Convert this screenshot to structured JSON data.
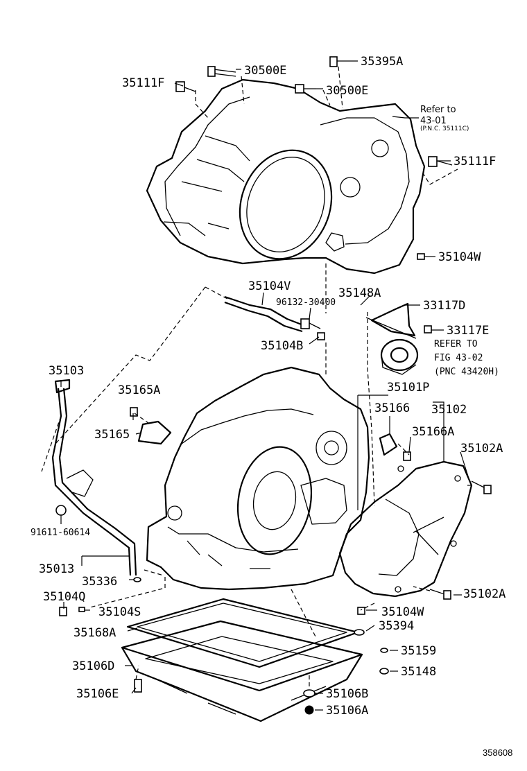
{
  "diagram_id": "358608",
  "labels": {
    "p30500E_top": "30500E",
    "p35395A": "35395A",
    "p35111F_left": "35111F",
    "p30500E_mid": "30500E",
    "refer_to": "Refer to",
    "ref_43_01": "43-01",
    "ref_pnc": "(P.N.C. 35111C)",
    "p35111F_right": "35111F",
    "p35104W_top": "35104W",
    "p35104V": "35104V",
    "p35148A": "35148A",
    "p96132": "96132-30400",
    "p33117D": "33117D",
    "p33117E": "33117E",
    "p35104B": "35104B",
    "refer_to_2": "REFER TO",
    "ref_fig": "FIG 43-02",
    "ref_pnc2": "(PNC 43420H)",
    "p35103": "35103",
    "p35101P": "35101P",
    "p35165A": "35165A",
    "p35166": "35166",
    "p35102": "35102",
    "p35165": "35165",
    "p35166A": "35166A",
    "p35102A_top": "35102A",
    "p91611": "91611-60614",
    "p35013": "35013",
    "p35336": "35336",
    "p35104Q": "35104Q",
    "p35104S": "35104S",
    "p35102A_bot": "35102A",
    "p35104W_bot": "35104W",
    "p35168A": "35168A",
    "p35394": "35394",
    "p35159": "35159",
    "p35106D": "35106D",
    "p35148": "35148",
    "p35106E": "35106E",
    "p35106B": "35106B",
    "p35106A": "35106A"
  },
  "colors": {
    "ink": "#000000",
    "paper": "#ffffff"
  }
}
